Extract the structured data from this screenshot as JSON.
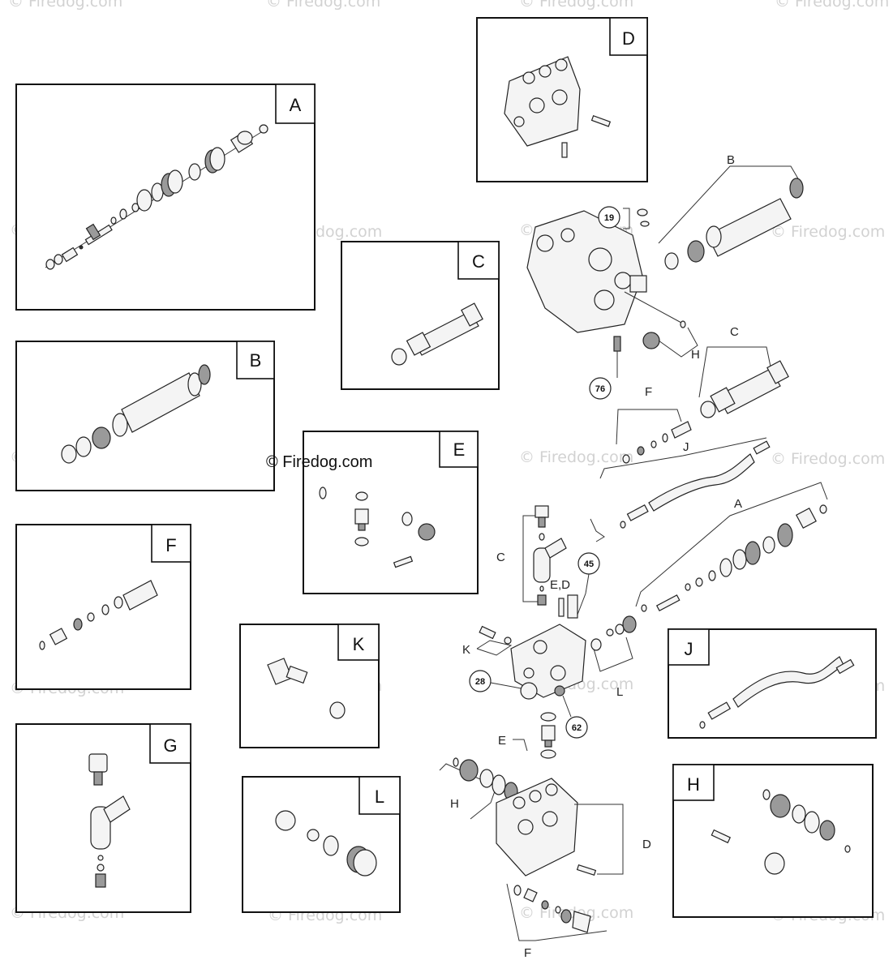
{
  "watermark": "© Firedog.com",
  "copyright": "© Firedog.com",
  "boxes": {
    "A": "A",
    "B": "B",
    "C": "C",
    "D": "D",
    "E": "E",
    "F": "F",
    "G": "G",
    "H": "H",
    "J": "J",
    "K": "K",
    "L": "L"
  },
  "callouts": {
    "n19": "19",
    "n76": "76",
    "n45": "45",
    "n28": "28",
    "n62": "62"
  },
  "labels": {
    "B": "B",
    "H": "H",
    "C_top": "C",
    "F_mid": "F",
    "J": "J",
    "A": "A",
    "C_left": "C",
    "ED": "E,D",
    "K": "K",
    "L": "L",
    "E": "E",
    "H_bottom": "H",
    "D": "D",
    "F_bottom": "F"
  }
}
